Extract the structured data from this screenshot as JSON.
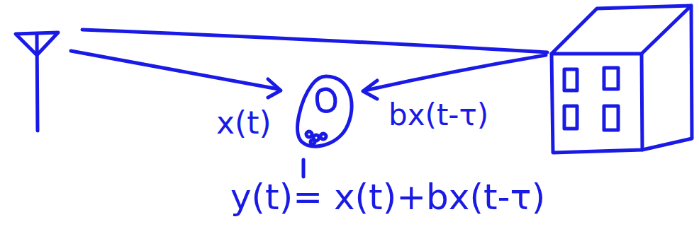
{
  "diagram": {
    "labels": [
      "x(t)",
      "bx(t-τ)",
      "y(t)= x(t)+bx(t-τ)"
    ]
  }
}
